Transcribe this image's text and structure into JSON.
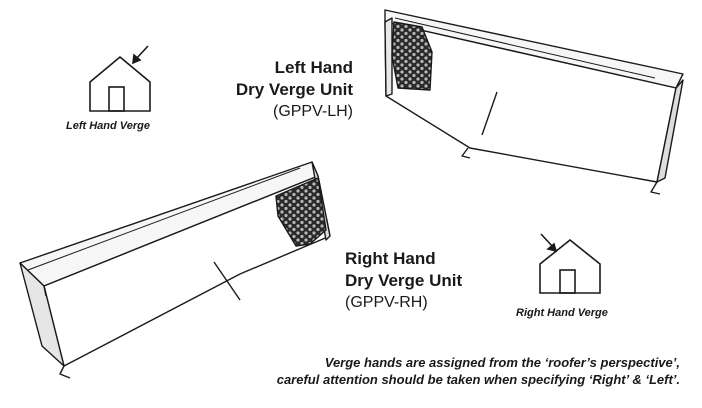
{
  "left_icon": {
    "caption": "Left Hand Verge"
  },
  "right_icon": {
    "caption": "Right Hand Verge"
  },
  "left_unit": {
    "title_line1": "Left Hand",
    "title_line2": "Dry Verge Unit",
    "code": "(GPPV-LH)"
  },
  "right_unit": {
    "title_line1": "Right Hand",
    "title_line2": "Dry Verge Unit",
    "code": "(GPPV-RH)"
  },
  "footnote": {
    "line1": "Verge hands are assigned from the ‘roofer’s perspective’,",
    "line2": "careful attention should be taken when specifying ‘Right’ & ‘Left’."
  },
  "colors": {
    "line": "#1a1a1a",
    "vent": "#333333",
    "background": "#ffffff"
  }
}
